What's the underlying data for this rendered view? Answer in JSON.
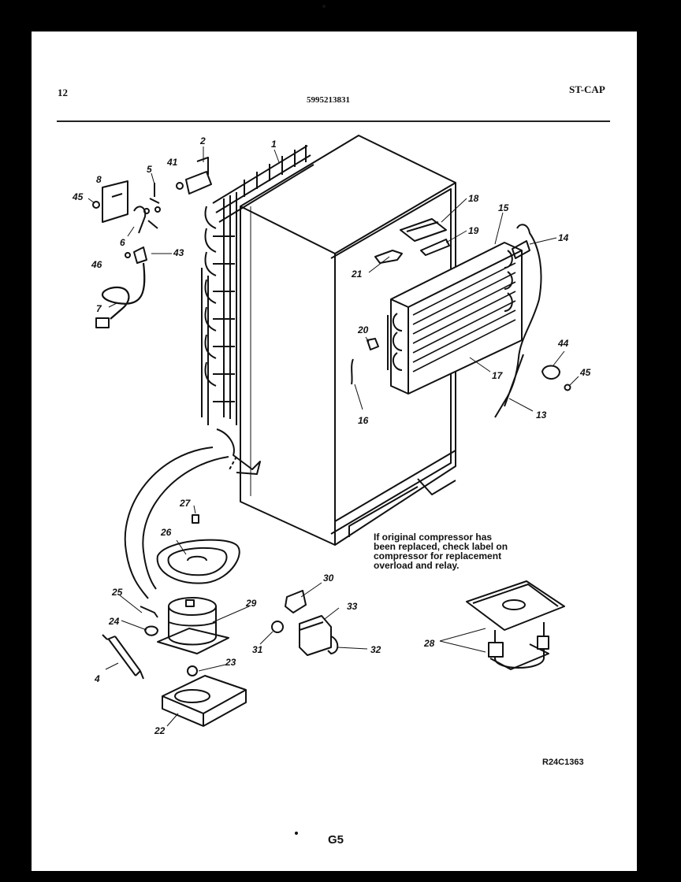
{
  "header": {
    "page_number": "12",
    "part_number": "5995213831",
    "model": "ST-CAP"
  },
  "callouts": [
    "1",
    "2",
    "4",
    "5",
    "6",
    "7",
    "8",
    "13",
    "14",
    "15",
    "16",
    "17",
    "18",
    "19",
    "20",
    "21",
    "22",
    "23",
    "24",
    "25",
    "26",
    "27",
    "28",
    "29",
    "30",
    "31",
    "32",
    "33",
    "41",
    "43",
    "44",
    "45",
    "45",
    "46"
  ],
  "note": {
    "lines": [
      "If original compressor has",
      "been replaced, check label on",
      "compressor for replacement",
      "overload and relay."
    ]
  },
  "reference_code": "R24C1363",
  "page_id": "G5"
}
